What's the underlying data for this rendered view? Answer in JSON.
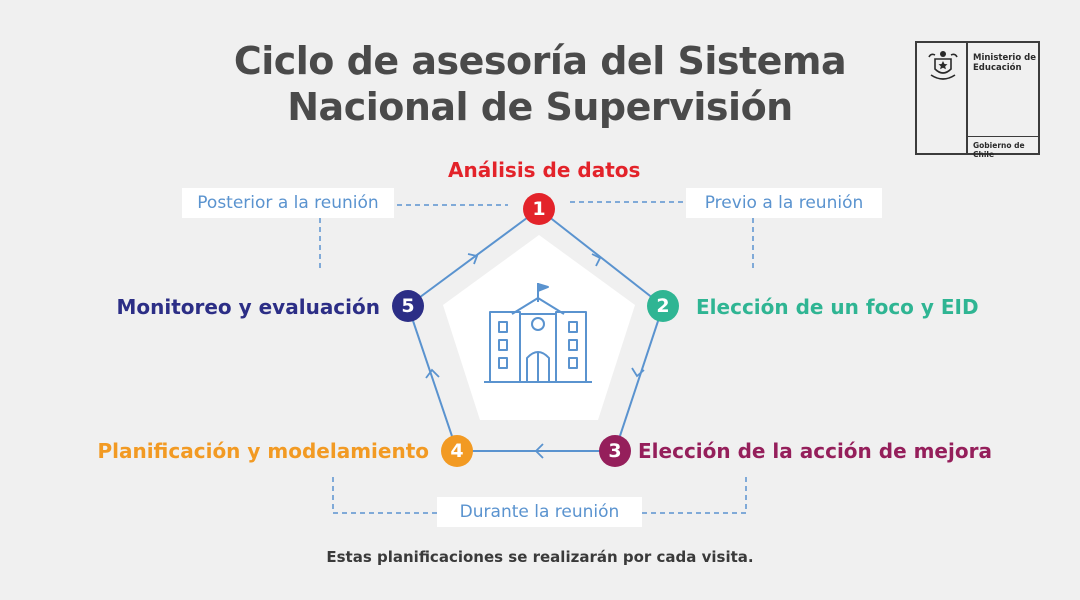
{
  "title": {
    "line1": "Ciclo de asesoría del Sistema",
    "line2": "Nacional de Supervisión"
  },
  "logo": {
    "ministry": "Ministerio de Educación",
    "government": "Gobierno de Chile"
  },
  "timing": {
    "after": "Posterior a la reunión",
    "before": "Previo a la reunión",
    "during": "Durante la reunión"
  },
  "steps": [
    {
      "number": "1",
      "label": "Análisis de datos",
      "color": "#e3232a"
    },
    {
      "number": "2",
      "label": "Elección de un foco y EID",
      "color": "#2fb593"
    },
    {
      "number": "3",
      "label": "Elección de la acción de mejora",
      "color": "#951f5b"
    },
    {
      "number": "4",
      "label": "Planificación y modelamiento",
      "color": "#f29a23"
    },
    {
      "number": "5",
      "label": "Monitoreo y evaluación",
      "color": "#2c2e86"
    }
  ],
  "center_icon": "school-building-icon",
  "footnote": "Estas planificaciones se realizarán por cada visita.",
  "colors": {
    "title": "#4a4a4a",
    "cycle_line": "#5a93cf",
    "background": "#f0f0f0"
  }
}
